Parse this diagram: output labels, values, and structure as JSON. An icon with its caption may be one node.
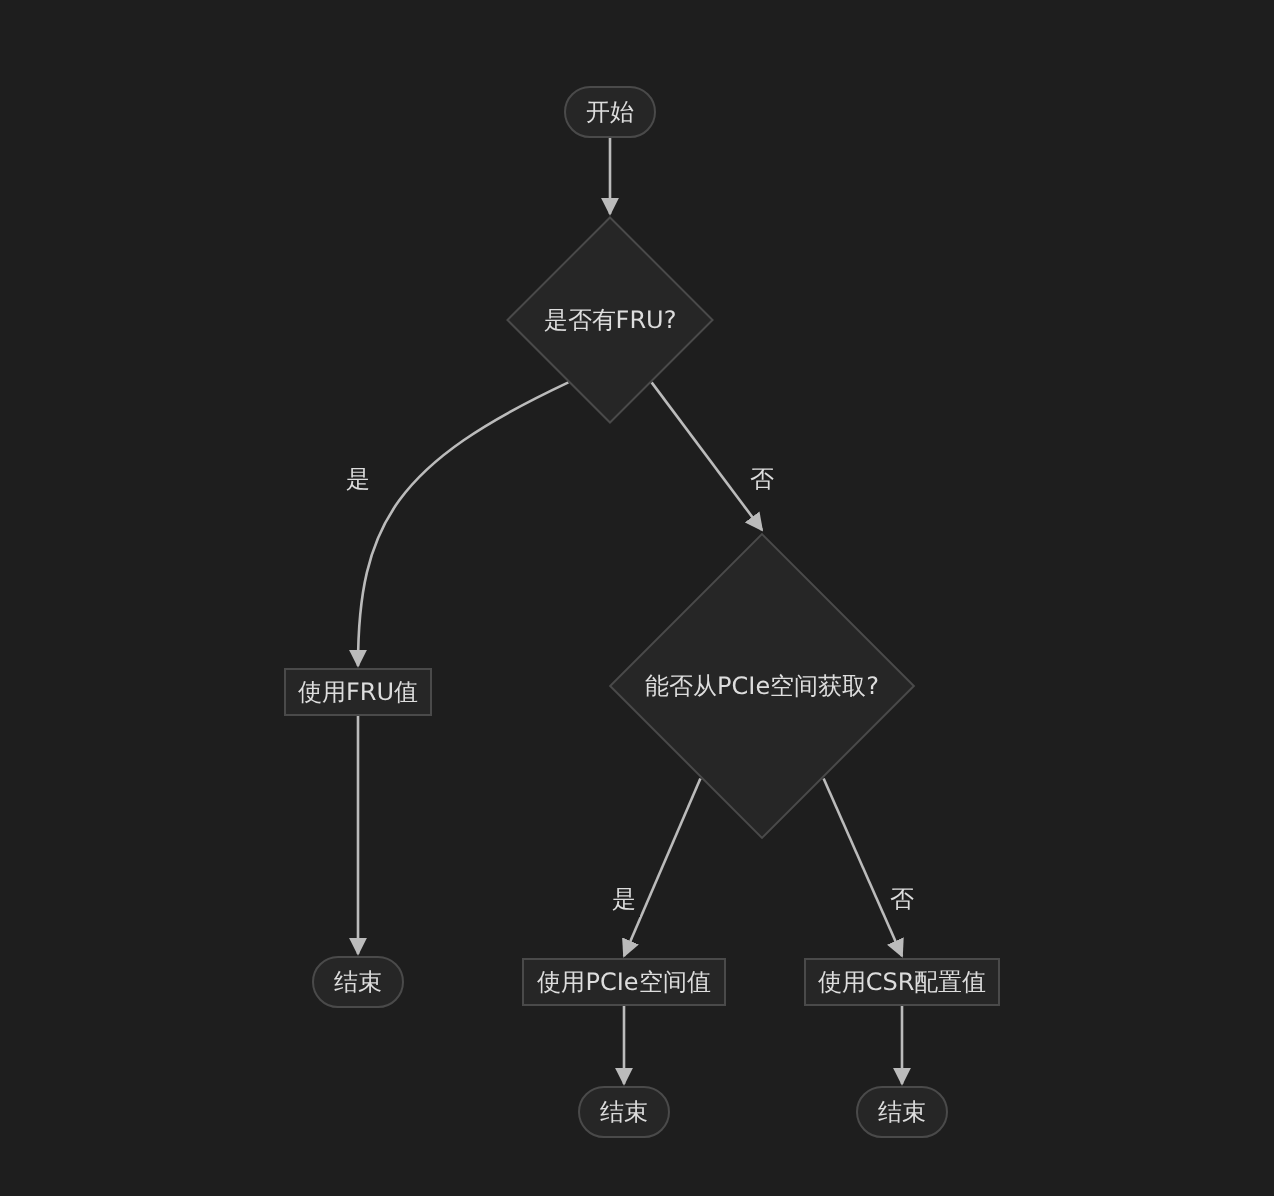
{
  "diagram": {
    "nodes": [
      {
        "text": [
          "开始"
        ]
      },
      {
        "text": [
          "是否有FRU?"
        ]
      },
      {
        "text": [
          "使用FRU值"
        ]
      },
      {
        "text": [
          "能否从PCIe空间获取?"
        ]
      },
      {
        "text": [
          "结束"
        ]
      },
      {
        "text": [
          "使用PCIe空间值"
        ]
      },
      {
        "text": [
          "使用CSR配置值"
        ]
      },
      {
        "text": [
          "结束"
        ]
      },
      {
        "text": [
          "结束"
        ]
      }
    ],
    "edges": [
      {
        "from": 0,
        "to": 1,
        "arrow": "to"
      },
      {
        "from": 1,
        "to": 2,
        "arrow": "to",
        "label": "是"
      },
      {
        "from": 1,
        "to": 3,
        "arrow": "to",
        "label": "否"
      },
      {
        "from": 2,
        "to": 4,
        "arrow": "to"
      },
      {
        "from": 3,
        "to": 5,
        "arrow": "to",
        "label": "是"
      },
      {
        "from": 3,
        "to": 6,
        "arrow": "to",
        "label": "否"
      },
      {
        "from": 5,
        "to": 7,
        "arrow": "to"
      },
      {
        "from": 6,
        "to": 8,
        "arrow": "to"
      }
    ]
  }
}
